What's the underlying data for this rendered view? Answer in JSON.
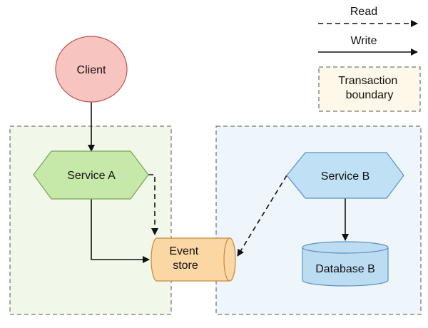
{
  "legend": {
    "read": "Read",
    "write": "Write",
    "transaction_boundary": [
      "Transaction",
      "boundary"
    ]
  },
  "nodes": {
    "client": "Client",
    "service_a": "Service A",
    "service_b": "Service B",
    "event_store": [
      "Event",
      "store"
    ],
    "database_b": "Database B"
  },
  "colors": {
    "client_fill": "#f8c4c0",
    "client_stroke": "#c0504d",
    "service_a_fill": "#c6e8a8",
    "service_a_stroke": "#7aa35a",
    "service_b_fill": "#bfe0f5",
    "service_b_stroke": "#5b92c0",
    "event_store_fill": "#fbd7a3",
    "event_store_stroke": "#c78b3c",
    "database_fill": "#bcdcf2",
    "database_stroke": "#5b92c0",
    "boundary_a_fill": "#f1f8ea",
    "boundary_b_fill": "#eef5fb",
    "boundary_legend_fill": "#fdf8e8",
    "boundary_stroke": "#555555",
    "edge": "#111111"
  },
  "edges": [
    {
      "from": "Client",
      "to": "Service A",
      "type": "write"
    },
    {
      "from": "Service A",
      "to": "Event store",
      "type": "write"
    },
    {
      "from": "Service A",
      "to": "Event store",
      "type": "read"
    },
    {
      "from": "Service B",
      "to": "Event store",
      "type": "read"
    },
    {
      "from": "Service B",
      "to": "Database B",
      "type": "write"
    }
  ]
}
